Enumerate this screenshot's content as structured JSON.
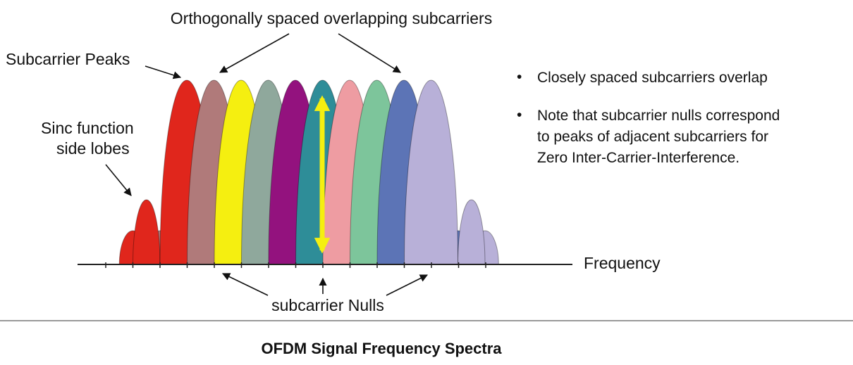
{
  "labels": {
    "top_annotation": "Orthogonally spaced overlapping subcarriers",
    "subcarrier_peaks": "Subcarrier Peaks",
    "sinc_line1": "Sinc function",
    "sinc_line2": "side lobes",
    "frequency_axis": "Frequency",
    "nulls": "subcarrier Nulls",
    "bullet_1": "Closely spaced subcarriers overlap",
    "bullet_2_line1": "Note that subcarrier nulls correspond",
    "bullet_2_line2": "to peaks of adjacent subcarriers for",
    "bullet_2_line3": "Zero Inter-Carrier-Interference.",
    "bullet_symbol": "•",
    "caption": "OFDM Signal Frequency Spectra"
  },
  "subcarriers": [
    {
      "color": "#e0261c"
    },
    {
      "color": "#b07a7a"
    },
    {
      "color": "#f5ef10"
    },
    {
      "color": "#8fa89c"
    },
    {
      "color": "#93127e"
    },
    {
      "color": "#2e8d98"
    },
    {
      "color": "#ee9ca2"
    },
    {
      "color": "#7dc59b"
    },
    {
      "color": "#5c74b6"
    },
    {
      "color": "#b8b0d8"
    }
  ],
  "colors": {
    "axis": "#222222",
    "arrow": "#111111",
    "highlight_arrow": "#f5ef10",
    "divider": "#999999"
  }
}
